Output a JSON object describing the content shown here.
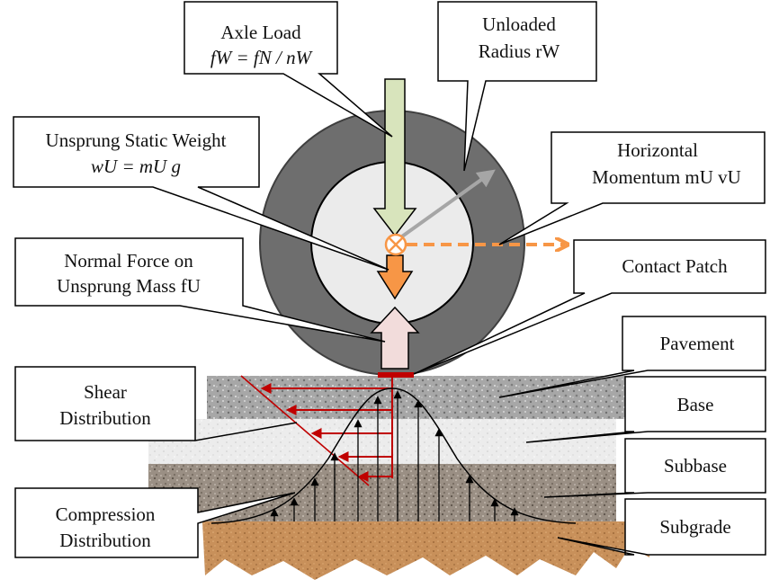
{
  "labels": {
    "axle_load": {
      "line1": "Axle Load",
      "line2": "fW = fN / nW"
    },
    "unloaded_radius": {
      "line1": "Unloaded",
      "line2": "Radius rW"
    },
    "unsprung_static_weight": {
      "line1": "Unsprung Static Weight",
      "line2": "wU = mU g"
    },
    "horizontal_momentum": {
      "line1": "Horizontal",
      "line2": "Momentum mU vU"
    },
    "normal_force": {
      "line1": "Normal Force on",
      "line2": "Unsprung Mass fU"
    },
    "contact_patch": {
      "line1": "Contact Patch"
    },
    "pavement": {
      "line1": "Pavement"
    },
    "shear_distribution": {
      "line1": "Shear",
      "line2": "Distribution"
    },
    "base": {
      "line1": "Base"
    },
    "subbase": {
      "line1": "Subbase"
    },
    "compression_distribution": {
      "line1": "Compression",
      "line2": "Distribution"
    },
    "subgrade": {
      "line1": "Subgrade"
    }
  },
  "colors": {
    "tire": "#6e6e6e",
    "rim": "#ebebeb",
    "axle_arrow": "#d8e4bc",
    "weight_arrow": "#f79646",
    "normal_arrow": "#f2dcdb",
    "radius_arrow": "#a6a6a6",
    "momentum_arrow": "#f79646",
    "shear_arrows": "#c00000",
    "contact_patch": "#c00000",
    "pavement": "#a9a9a9",
    "base": "#eeeeee",
    "subbase": "#9c9084",
    "subgrade": "#c9915b"
  },
  "icons": {
    "center": "axle-center-cross-icon"
  }
}
